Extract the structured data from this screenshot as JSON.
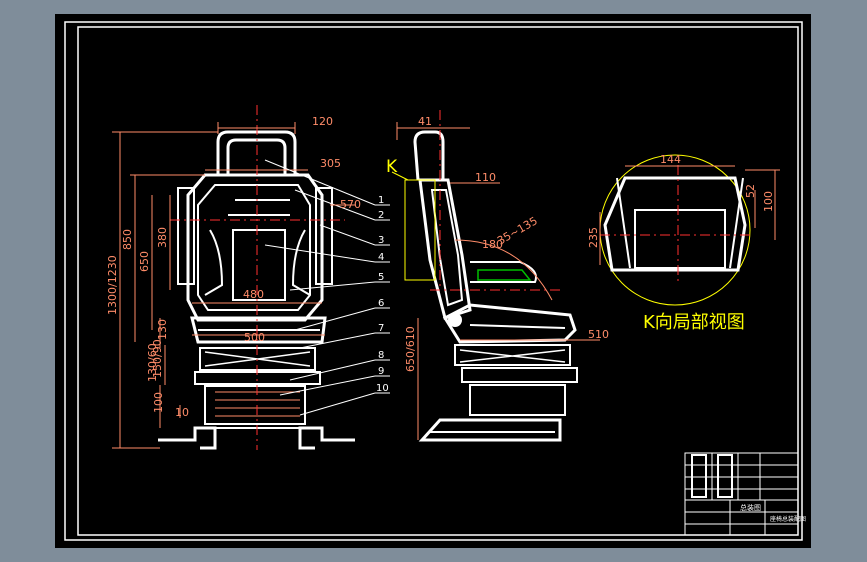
{
  "colors": {
    "window_bg": "#7f8d9a",
    "sheet": "#000000",
    "frame": "#ffffff",
    "dimension": "#ff8c69",
    "leader": "#ffffff",
    "view_label": "#ffff00",
    "centerline": "#ff3030",
    "green": "#00c000",
    "title": "#ffffff"
  },
  "front_view": {
    "dimensions": {
      "headrest_width": "120",
      "upper_back_width": "305",
      "back_width": "480",
      "seat_width": "500",
      "total_height": "1300/1230",
      "back_height": "850",
      "back_height_inner": "650",
      "side_height": "380",
      "lower_130": "130",
      "lower_150_60": "150/90",
      "lower_130_60": "130/60",
      "base_100": "100",
      "base_10": "10"
    },
    "part_numbers": [
      "1",
      "2",
      "3",
      "4",
      "5",
      "6",
      "7",
      "8",
      "9",
      "10"
    ]
  },
  "side_view": {
    "view_letter": "K",
    "dimensions": {
      "headrest_depth": "41",
      "top_depth": "110",
      "overall_depth": "570",
      "angle": "180",
      "angle_range": "35~135",
      "seat_height": "650/610",
      "seat_depth": "510"
    }
  },
  "detail_view": {
    "caption": "K向局部视图",
    "dimensions": {
      "width": "144",
      "height": "235",
      "right_100": "100",
      "right_52": "52"
    }
  },
  "title_block": {
    "drawing_name": "总装图",
    "drawing_no": "座椅总装配图"
  }
}
